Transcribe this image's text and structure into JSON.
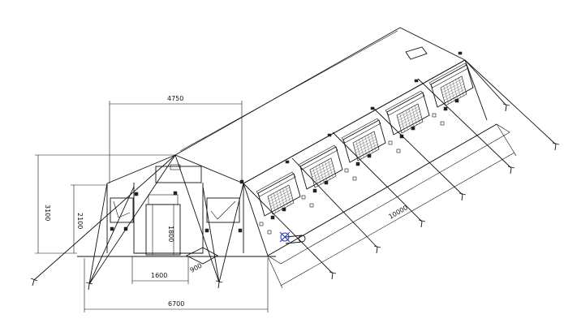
{
  "dimensions": {
    "top_width": "4750",
    "total_height": "3100",
    "wall_height": "2100",
    "door_height": "1800",
    "door_width": "1600",
    "depth_front": "900",
    "base_width": "6700",
    "length": "10000"
  },
  "colors": {
    "line": "#111111",
    "valve_marker": "#2c3fb6"
  }
}
